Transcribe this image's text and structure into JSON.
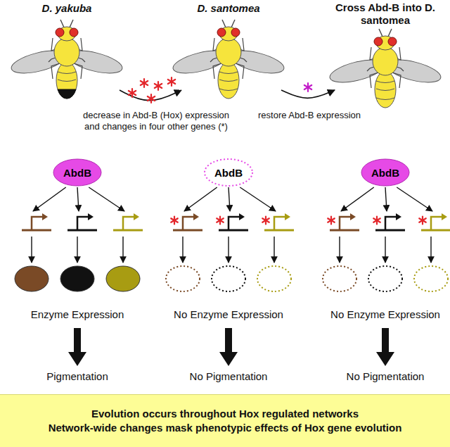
{
  "diagram": {
    "nodes": [
      {
        "text": [
          "AbdB"
        ]
      },
      {
        "text": [
          "AbdB"
        ]
      },
      {
        "text": [
          "AbdB"
        ]
      },
      {
        "text": [
          "Evolution occurs throughout Hox regulated networks",
          "Network-wide changes mask phenotypic effects of Hox gene evolution"
        ]
      }
    ],
    "labels": [
      "D. yakuba",
      "D. santomea",
      "Cross Abd-B into D. santomea",
      "decrease in Abd-B (Hox) expression and changes in four other genes (*)",
      "restore Abd-B expression",
      "Enzyme Expression",
      "No Enzyme Expression",
      "No Enzyme Expression",
      "Pigmentation",
      "No Pigmentation",
      "No Pigmentation"
    ]
  }
}
